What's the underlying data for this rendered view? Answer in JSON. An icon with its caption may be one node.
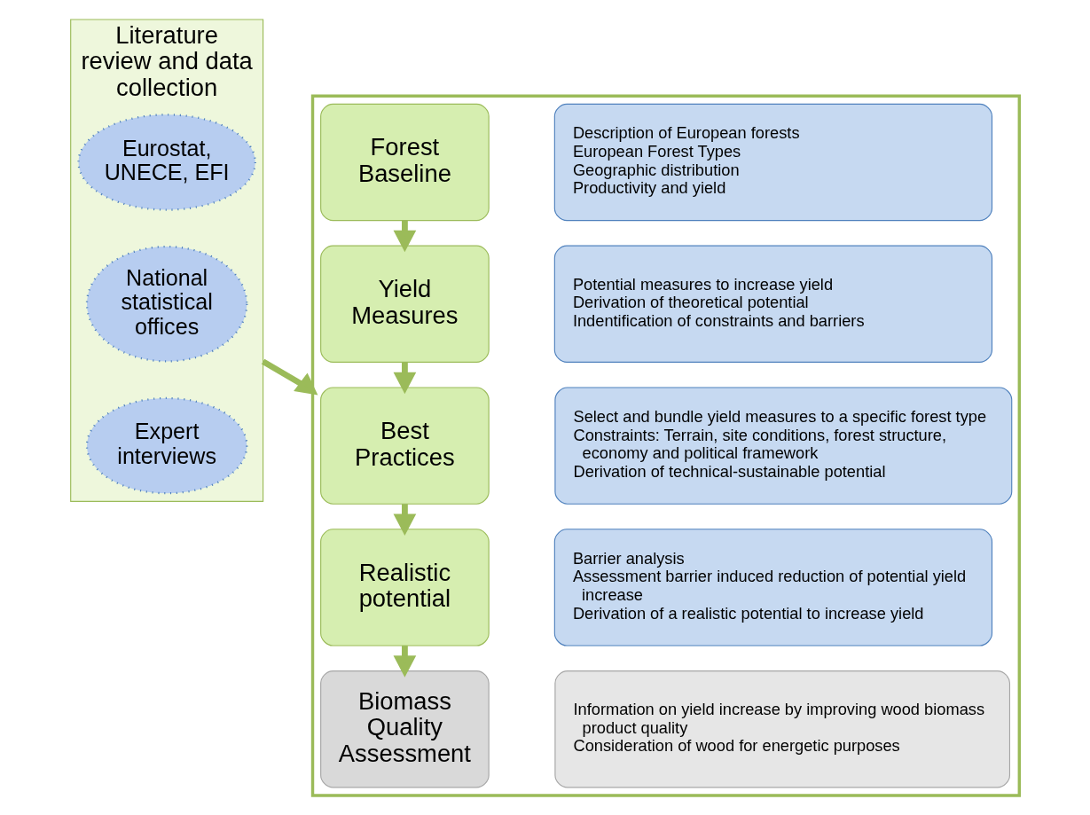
{
  "diagram": {
    "nodes": [
      {
        "text": [
          "Literature review and data collection"
        ]
      },
      {
        "text": [
          "Eurostat, UNECE, EFI"
        ],
        "in": 0
      },
      {
        "text": [
          "National statistical offices"
        ],
        "in": 0
      },
      {
        "text": [
          "Expert interviews"
        ],
        "in": 0
      },
      {
        "text": [],
        "shape": "box"
      },
      {
        "text": [
          "Forest Baseline"
        ],
        "in": 4
      },
      {
        "text": [
          "Description of European forests",
          "European Forest Types",
          "Geographic distribution",
          "Productivity and yield"
        ],
        "in": 4
      },
      {
        "text": [
          "Yield Measures"
        ],
        "in": 4
      },
      {
        "text": [
          "Potential measures to increase yield",
          "Derivation of theoretical potential",
          "Indentification of constraints and barriers"
        ],
        "in": 4
      },
      {
        "text": [
          "Best Practices"
        ],
        "in": 4
      },
      {
        "text": [
          "Select and bundle yield measures to a specific forest type",
          "Constraints: Terrain, site conditions, forest structure, economy and political framework",
          "Derivation of technical-sustainable potential"
        ],
        "in": 4
      },
      {
        "text": [
          "Realistic potential"
        ],
        "in": 4
      },
      {
        "text": [
          "Barrier analysis",
          "Assessment barrier induced reduction of potential yield increase",
          "Derivation of a realistic potential to increase yield"
        ],
        "in": 4
      },
      {
        "text": [
          "Biomass Quality Assessment"
        ],
        "in": 4
      },
      {
        "text": [
          "Information on yield increase by improving wood biomass product quality",
          "Consideration of wood for energetic purposes"
        ],
        "in": 4
      }
    ],
    "edges": [
      {
        "from": 0,
        "to": 4,
        "arrow": "to"
      },
      {
        "from": 5,
        "to": 7,
        "arrow": "to"
      },
      {
        "from": 7,
        "to": 9,
        "arrow": "to"
      },
      {
        "from": 9,
        "to": 11,
        "arrow": "to"
      },
      {
        "from": 11,
        "to": 13,
        "arrow": "to"
      }
    ]
  }
}
